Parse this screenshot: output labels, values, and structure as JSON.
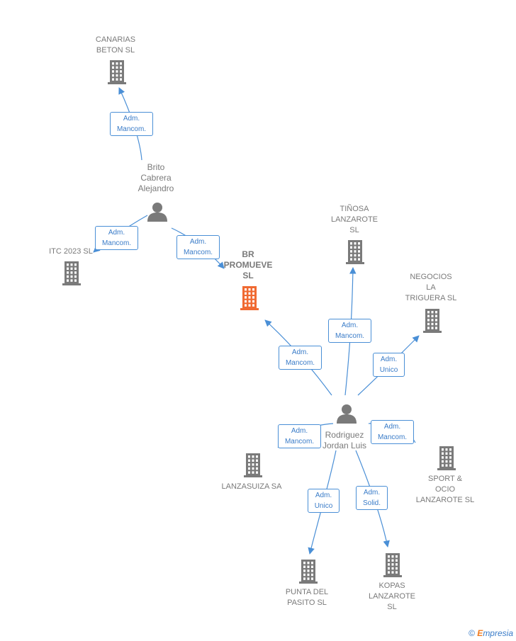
{
  "colors": {
    "building": "#7a7a7a",
    "center_building": "#f06a32",
    "edge": "#4a8fd6",
    "label": "#7a7a7a"
  },
  "nodes": {
    "canarias_beton": {
      "label": "CANARIAS\nBETON  SL",
      "icon": "building-icon"
    },
    "brito": {
      "label": "Brito\nCabrera\nAlejandro",
      "icon": "person-icon"
    },
    "itc2023": {
      "label": "ITC 2023  SL",
      "icon": "building-icon"
    },
    "br_promueve": {
      "label": "BR\nPROMUEVE\nSL",
      "icon": "building-icon"
    },
    "tinosa": {
      "label": "TIÑOSA\nLANZAROTE\nSL",
      "icon": "building-icon"
    },
    "negocios": {
      "label": "NEGOCIOS\nLA\nTRIGUERA  SL",
      "icon": "building-icon"
    },
    "rodriguez": {
      "label": "Rodriguez\nJordan Luis",
      "icon": "person-icon"
    },
    "lanzasuiza": {
      "label": "LANZASUIZA SA",
      "icon": "building-icon"
    },
    "sport_ocio": {
      "label": "SPORT &\nOCIO\nLANZAROTE SL",
      "icon": "building-icon"
    },
    "punta_pasito": {
      "label": "PUNTA DEL\nPASITO  SL",
      "icon": "building-icon"
    },
    "kopas": {
      "label": "KOPAS\nLANZAROTE\nSL",
      "icon": "building-icon"
    }
  },
  "edges": {
    "brito_canarias": "Adm.\nMancom.",
    "brito_itc": "Adm.\nMancom.",
    "brito_br": "Adm.\nMancom.",
    "rod_br": "Adm.\nMancom.",
    "rod_tinosa": "Adm.\nMancom.",
    "rod_negocios": "Adm.\nUnico",
    "rod_lanzasuiza": "Adm.\nMancom.",
    "rod_sport": "Adm.\nMancom.",
    "rod_punta": "Adm.\nUnico",
    "rod_kopas": "Adm.\nSolid."
  },
  "footer": {
    "copyright": "©",
    "brand_first": "E",
    "brand_rest": "mpresia"
  }
}
